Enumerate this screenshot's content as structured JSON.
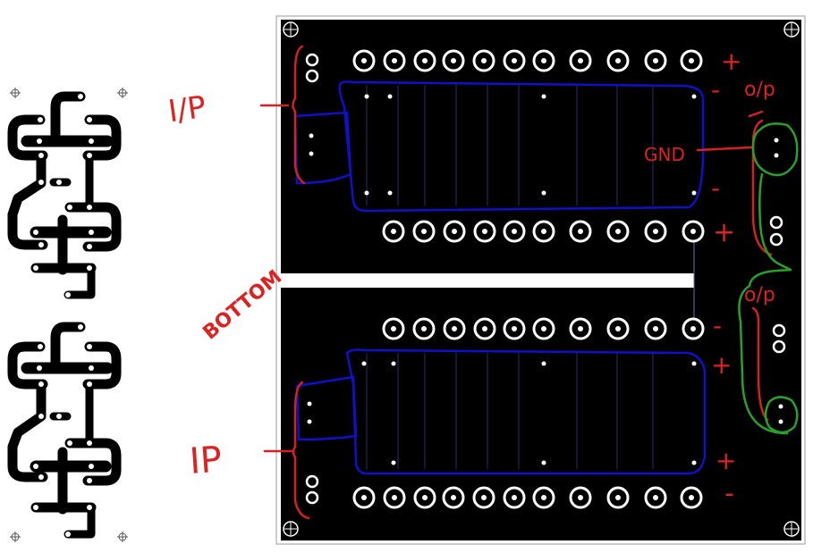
{
  "annotations": {
    "ip_top": "I/P",
    "ip_bottom": "IP",
    "bottom_label": "BOTTOM",
    "op_top": "o/p",
    "op_bottom": "o/p",
    "gnd": "GND",
    "plus": "+",
    "minus": "-"
  },
  "colors": {
    "board": "#000000",
    "copper_outline": "#ffffff",
    "marker_red": "#d22222",
    "marker_blue": "#1010c8",
    "marker_green": "#2aa02a",
    "trace": "#000000"
  }
}
